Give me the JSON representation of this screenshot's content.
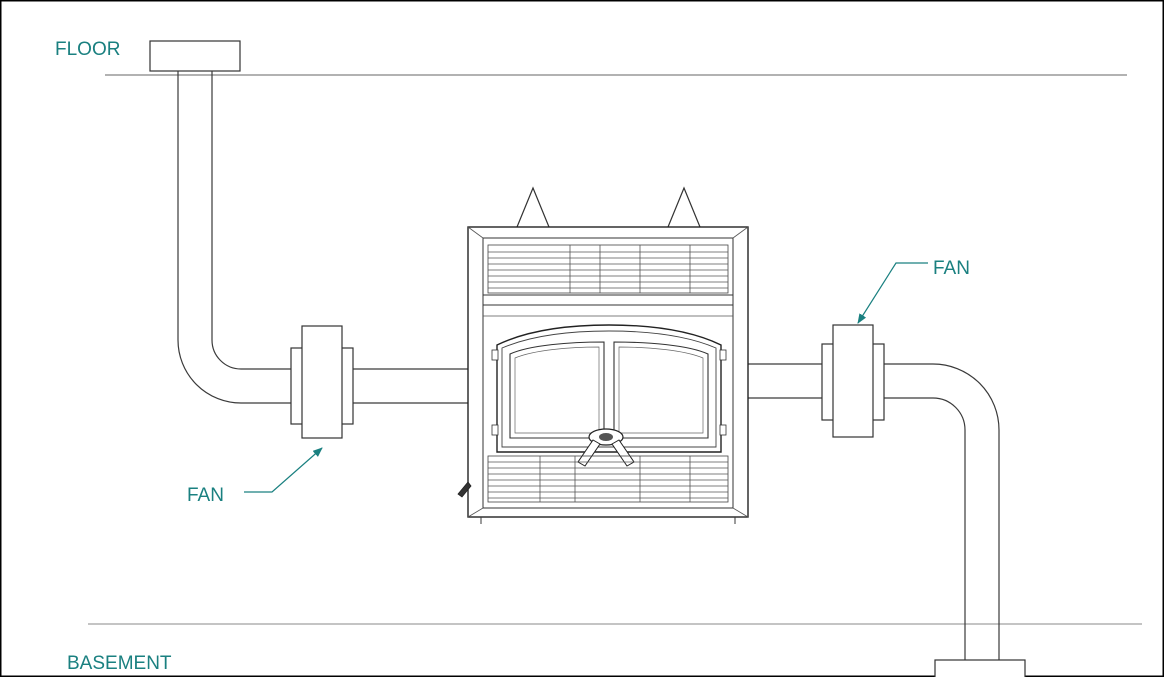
{
  "colors": {
    "label": "#1a8080",
    "line": "#333333",
    "ground_line": "#777777",
    "frame": "#000000"
  },
  "labels": {
    "floor": "FLOOR",
    "basement": "BASEMENT",
    "fan_left": "FAN",
    "fan_right": "FAN"
  }
}
